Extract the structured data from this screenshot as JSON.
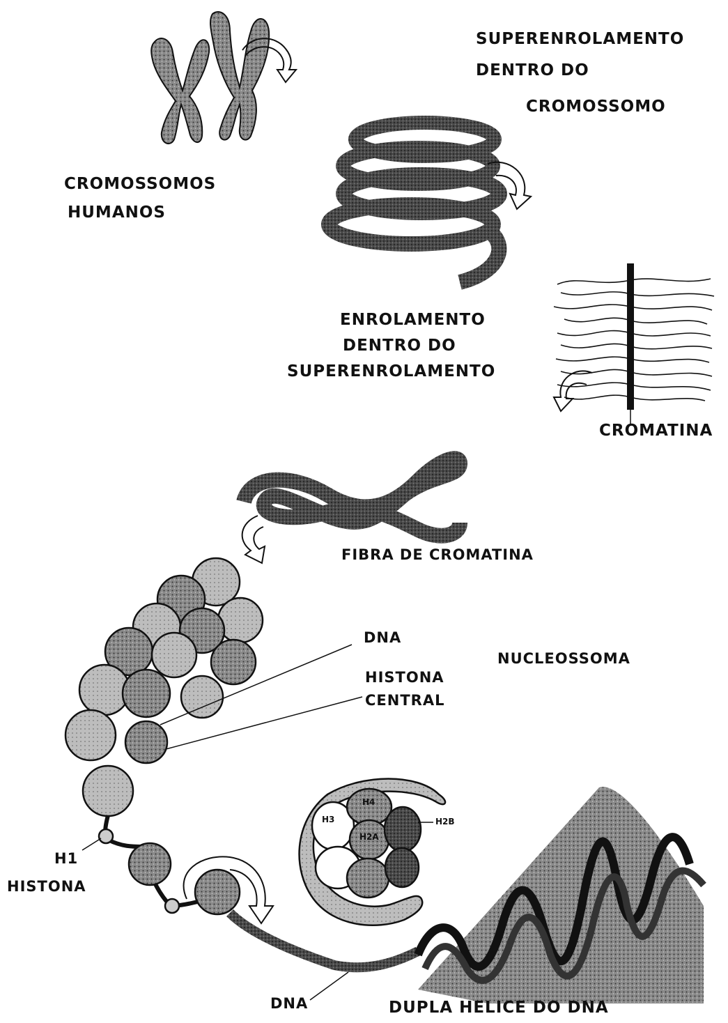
{
  "labels": {
    "supercoil_title": [
      "SUPERENROLAMENTO",
      "DENTRO DO",
      "CROMOSSOMO"
    ],
    "human_chromosomes": [
      "CROMOSSOMOS",
      "HUMANOS"
    ],
    "coil_within_supercoil": [
      "ENROLAMENTO",
      "DENTRO DO",
      "SUPERENROLAMENTO"
    ],
    "chromatin": "CROMATINA",
    "chromatin_fiber": "FIBRA DE CROMATINA",
    "dna_top": "DNA",
    "nucleosome": "NUCLEOSSOMA",
    "central_histone": [
      "HISTONA",
      "CENTRAL"
    ],
    "h1": "H1",
    "histone": "HISTONA",
    "h3": "H3",
    "h4": "H4",
    "h2a": "H2A",
    "h2b": "H2B",
    "dna_bottom": "DNA",
    "double_helix": "DUPLA HELICE DO DNA"
  },
  "colors": {
    "ink": "#111111",
    "mid_gray": "#777777",
    "dark_gray": "#444444",
    "light_gray": "#bbbbbb",
    "background": "#ffffff"
  }
}
